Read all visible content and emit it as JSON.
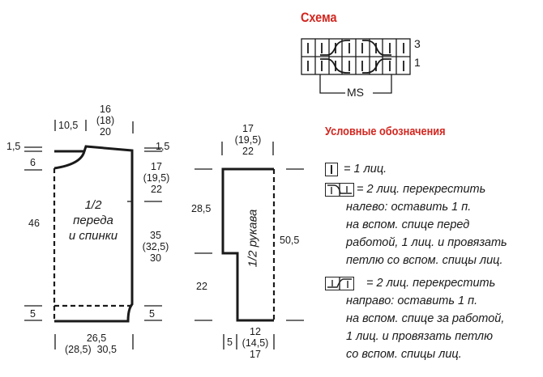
{
  "scheme": {
    "title": "Схема",
    "row_numbers": [
      "3",
      "1"
    ],
    "repeat_label": "MS"
  },
  "body_piece": {
    "label": [
      "1/2",
      "переда",
      "и спинки"
    ],
    "dims": {
      "neck_width": "10,5",
      "shoulder": [
        "16",
        "(18)",
        "20"
      ],
      "left_top": "1,5",
      "neck_depth": "6",
      "left_height": "46",
      "left_bottom": "5",
      "right_top": "1,5",
      "armhole": [
        "17",
        "(19,5)",
        "22"
      ],
      "side": [
        "35",
        "(32,5)",
        "30"
      ],
      "right_bottom": "5",
      "width": [
        "26,5",
        "(28,5)",
        "30,5"
      ]
    }
  },
  "sleeve_piece": {
    "label": "1/2 рукава",
    "dims": {
      "top": [
        "17",
        "(19,5)",
        "22"
      ],
      "upper": "28,5",
      "lower": "22",
      "length": "50,5",
      "cuff_step": "5",
      "bottom": [
        "12",
        "(14,5)",
        "17"
      ]
    }
  },
  "legend": {
    "title": "Условные обозначения",
    "items": [
      {
        "symbol": "knit-stitch-icon",
        "lines": [
          "= 1 лиц."
        ]
      },
      {
        "symbol": "cross-left-icon",
        "lines": [
          "= 2 лиц. перекрестить",
          "налево: оставить 1 п.",
          "на вспом. спице перед",
          "работой, 1 лиц. и провязать",
          "петлю со вспом. спицы лиц."
        ]
      },
      {
        "symbol": "cross-right-icon",
        "lines": [
          "= 2 лиц. перекрестить",
          "направо: оставить 1 п.",
          "на вспом. спице за работой,",
          "1 лиц. и провязать петлю",
          "со вспом. спицы лиц."
        ]
      }
    ]
  },
  "colors": {
    "accent": "#d2261f",
    "ink": "#1a1a1a"
  }
}
